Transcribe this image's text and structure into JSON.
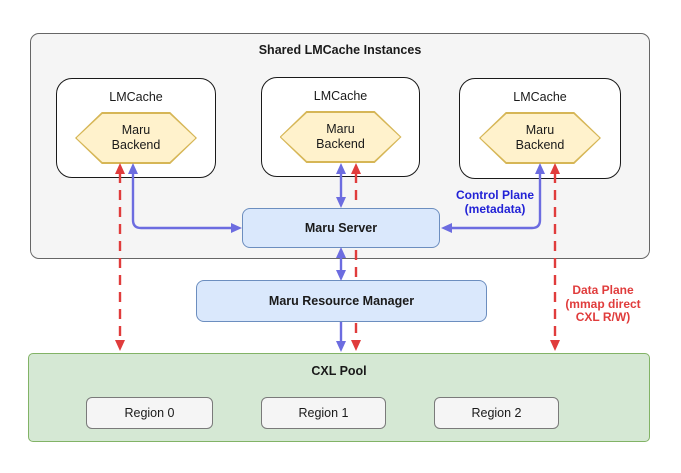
{
  "shared": {
    "title": "Shared LMCache Instances"
  },
  "instances": [
    {
      "label": "LMCache",
      "backend": "Maru\nBackend"
    },
    {
      "label": "LMCache",
      "backend": "Maru\nBackend"
    },
    {
      "label": "LMCache",
      "backend": "Maru\nBackend"
    }
  ],
  "server": {
    "label": "Maru Server"
  },
  "resource_manager": {
    "label": "Maru Resource Manager"
  },
  "pool": {
    "title": "CXL Pool",
    "regions": [
      {
        "label": "Region 0"
      },
      {
        "label": "Region 1"
      },
      {
        "label": "Region 2"
      }
    ]
  },
  "annotations": {
    "control_plane": {
      "line1": "Control Plane",
      "line2": "(metadata)"
    },
    "data_plane": {
      "line1": "Data Plane",
      "line2": "(mmap direct",
      "line3": "CXL R/W)"
    }
  },
  "colors": {
    "container_fill": "#F5F5F5",
    "container_border": "#666666",
    "hexagon_fill": "#FFF2CC",
    "hexagon_border": "#D6B656",
    "blue_box_fill": "#DAE8FC",
    "blue_box_border": "#6C8EBF",
    "pool_fill": "#D5E8D4",
    "pool_border": "#82B366",
    "control_plane_arrow": "#6C6CE0",
    "control_plane_text": "#2222D6",
    "data_plane": "#E03C3C"
  }
}
